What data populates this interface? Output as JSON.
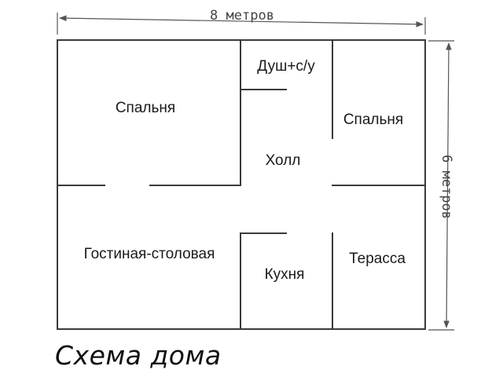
{
  "dimensions": {
    "width_label": "8 метров",
    "height_label": "6 метров"
  },
  "rooms": {
    "bedroom_left": "Спальня",
    "shower_wc": "Душ+с/у",
    "bedroom_right": "Спальня",
    "hall": "Холл",
    "living_dining": "Гостиная-столовая",
    "kitchen": "Кухня",
    "terrace": "Терасса"
  },
  "caption": "Схема дома"
}
